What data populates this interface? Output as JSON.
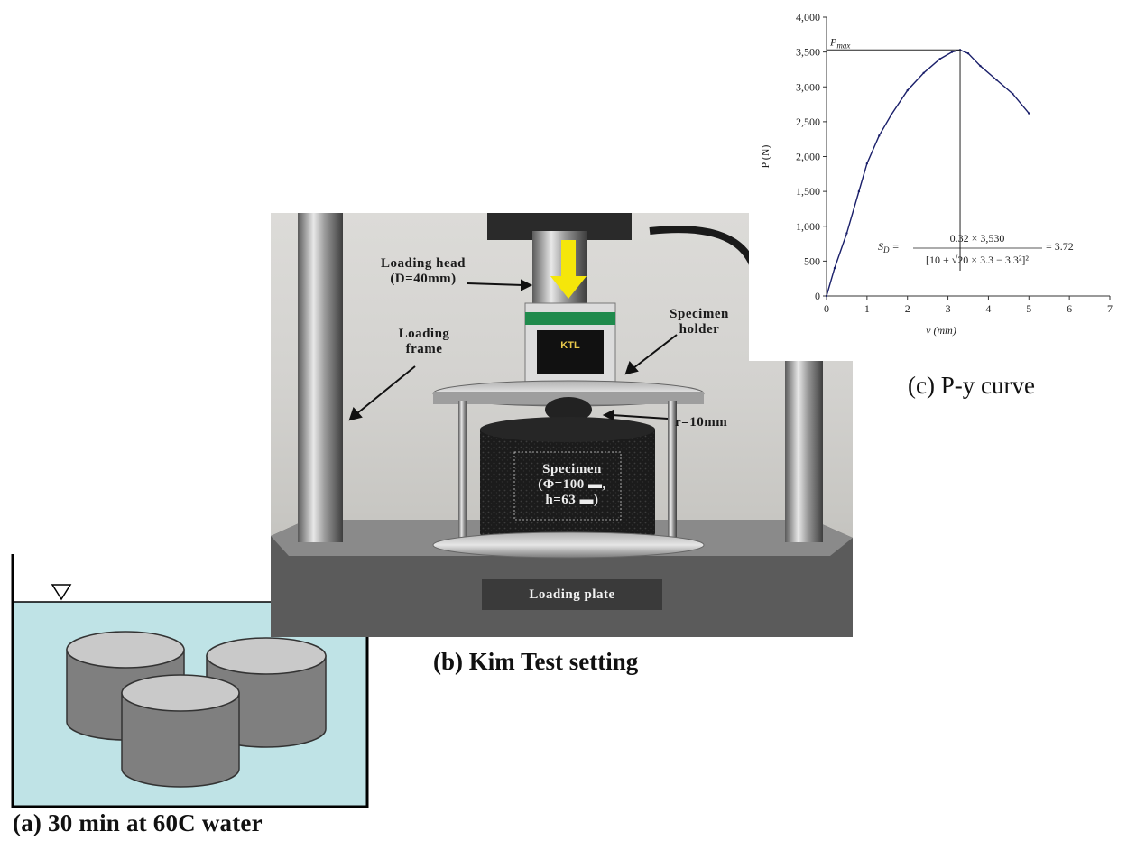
{
  "panel_a": {
    "caption": "(a) 30 min at 60C water",
    "colors": {
      "water": "#bfe3e6",
      "cylinder": "#7f7f7f",
      "cylinder_top": "#c9c9c9",
      "wall": "#000000"
    },
    "icons": [
      "water-level-triangle-icon"
    ]
  },
  "panel_b": {
    "caption": "(b) Kim Test setting",
    "labels": {
      "loading_head": "Loading head\n(D=40mm)",
      "loading_frame": "Loading\nframe",
      "specimen_holder": "Specimen\nholder",
      "radius": "r=10mm",
      "specimen": "Specimen\n(Φ=100 ▬,\nh=63 ▬)",
      "loading_plate": "Loading plate"
    },
    "device_logo_text": "KTL",
    "colors": {
      "arrow": "#f5e60a",
      "sensor_band": "#1f8a4c",
      "specimen": "#1b1b1b"
    }
  },
  "panel_c": {
    "caption": "(c) P-y curve",
    "formula": {
      "lhs": "S",
      "lhs_sub": "D",
      "numerator": "0.32 × 3,530",
      "denominator": "[10 + √20 × 3.3 − 3.3²]²",
      "result": "= 3.72"
    },
    "annotation": {
      "main": "P",
      "sub": "max"
    }
  },
  "chart_data": {
    "type": "line",
    "xlabel": "v (mm)",
    "ylabel": "P (N)",
    "xlim": [
      0,
      7
    ],
    "ylim": [
      0,
      4000
    ],
    "x_ticks": [
      "0",
      "1",
      "2",
      "3",
      "4",
      "5",
      "6",
      "7"
    ],
    "y_ticks": [
      "0",
      "500",
      "1,000",
      "1,500",
      "2,000",
      "2,500",
      "3,000",
      "3,500",
      "4,000"
    ],
    "grid": false,
    "series": [
      {
        "x": [
          0,
          0.2,
          0.5,
          0.8,
          1.0,
          1.3,
          1.6,
          2.0,
          2.4,
          2.8,
          3.1,
          3.3,
          3.5,
          3.8,
          4.2,
          4.6,
          5.0
        ],
        "y": [
          0,
          400,
          900,
          1500,
          1900,
          2300,
          2600,
          2950,
          3200,
          3400,
          3500,
          3530,
          3480,
          3300,
          3100,
          2900,
          2620
        ]
      }
    ],
    "peak": {
      "x": 3.3,
      "y": 3530
    }
  }
}
